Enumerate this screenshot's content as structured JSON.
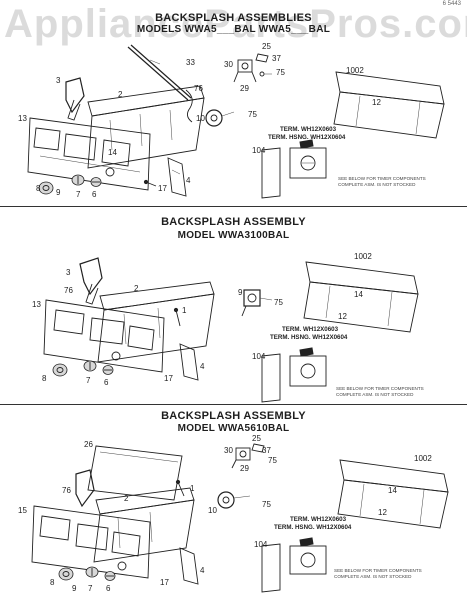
{
  "watermark": "AppliancePartsPros.com",
  "page_code": "6 5443",
  "sections": [
    {
      "title": "BACKSPLASH ASSEMBLIES",
      "subtitle": "MODELS WWA5___BAL  WWA5___BAL",
      "callouts": [
        "33",
        "25",
        "37",
        "30",
        "29",
        "75",
        "76",
        "2",
        "3",
        "13",
        "10",
        "75",
        "1002",
        "12",
        "14",
        "8",
        "9",
        "7",
        "6",
        "17",
        "4",
        "104"
      ],
      "term": "TERM. WH12X0603",
      "term_hsng": "TERM. HSNG. WH12X0604",
      "note_1": "SEE BELOW FOR TIMER COMPONENTS",
      "note_2": "COMPLETE ASM. IS NOT STOCKED"
    },
    {
      "title": "BACKSPLASH  ASSEMBLY",
      "subtitle": "MODEL  WWA3100BAL",
      "callouts": [
        "3",
        "1002",
        "2",
        "76",
        "13",
        "9",
        "75",
        "14",
        "1",
        "12",
        "8",
        "7",
        "6",
        "17",
        "4",
        "104"
      ],
      "term": "TERM. WH12X0603",
      "term_hsng": "TERM. HSNG. WH12X0604",
      "note_1": "SEE BELOW FOR TIMER COMPONENTS",
      "note_2": "COMPLETE ASM. IS NOT STOCKED"
    },
    {
      "title": "BACKSPLASH ASSEMBLY",
      "subtitle": "MODEL WWA5610BAL",
      "callouts": [
        "26",
        "30",
        "25",
        "37",
        "29",
        "75",
        "1002",
        "76",
        "2",
        "14",
        "15",
        "10",
        "75",
        "1",
        "12",
        "8",
        "9",
        "7",
        "6",
        "17",
        "4",
        "104"
      ],
      "term": "TERM. WH12X0603",
      "term_hsng": "TERM. HSNG. WH12X0604",
      "note_1": "SEE BELOW FOR TIMER COMPONENTS",
      "note_2": "COMPLETE ASM. IS NOT STOCKED"
    }
  ]
}
